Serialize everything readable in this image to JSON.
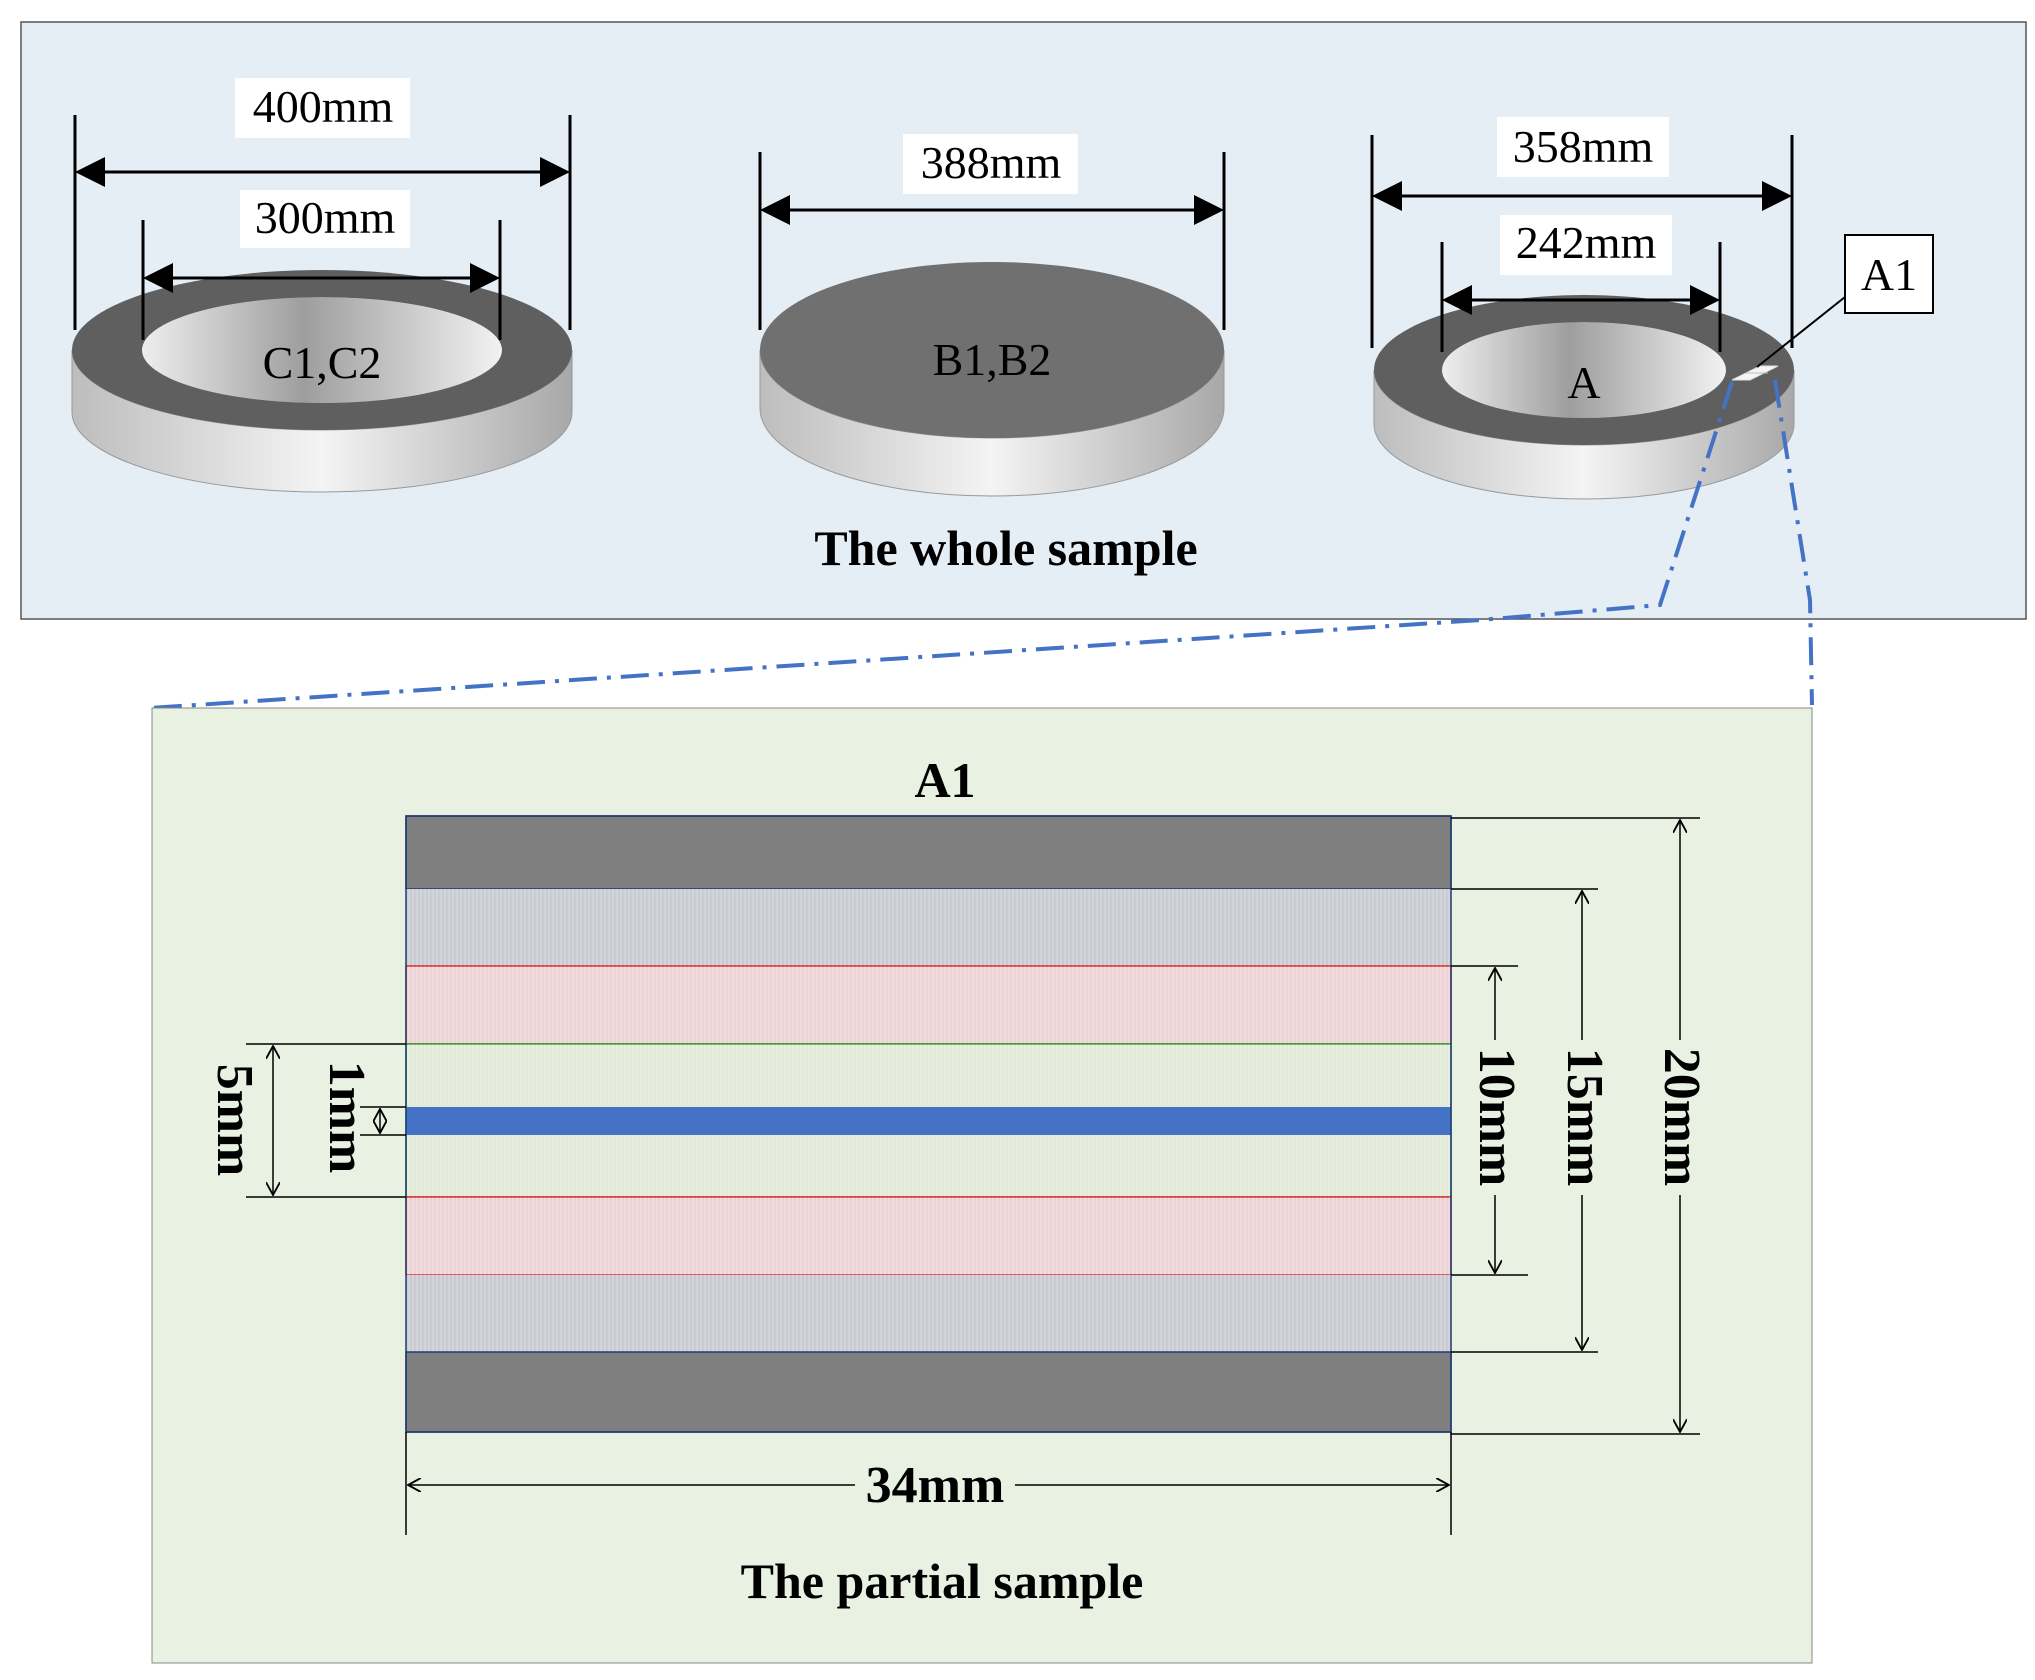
{
  "whole_sample": {
    "title": "The whole sample",
    "ring_c": {
      "label": "C1,C2",
      "outer_dim": "400mm",
      "inner_dim": "300mm"
    },
    "disk_b": {
      "label": "B1,B2",
      "dim": "388mm"
    },
    "ring_a": {
      "label": "A",
      "outer_dim": "358mm",
      "inner_dim": "242mm",
      "callout": "A1"
    }
  },
  "partial_sample": {
    "title": "The partial sample",
    "label": "A1",
    "width_dim": "34mm",
    "dims": {
      "d20": "20mm",
      "d15": "15mm",
      "d10": "10mm",
      "d5": "5mm",
      "d1": "1mm"
    }
  },
  "colors": {
    "top_panel_bg": "#e5edf5",
    "bottom_panel_bg": "#e9f1e3",
    "dark_layer": "#7f7f7f",
    "gray_layer": "#c8cbd2",
    "pink_layer": "#ecd3d6",
    "green_layer": "#e3ead8",
    "center_strip": "#4472c4",
    "zoom_line": "#4472c4"
  }
}
